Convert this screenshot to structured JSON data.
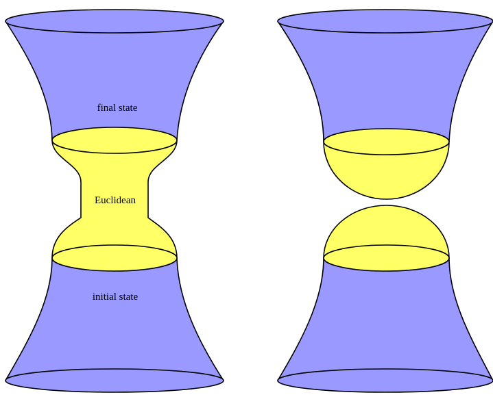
{
  "labels": {
    "final_state": "final state",
    "euclidean": "Euclidean",
    "initial_state": "initial state"
  },
  "colors": {
    "lorentzian_fill": "#9999ff",
    "euclidean_fill": "#ffff66",
    "outline": "#000000",
    "background": "#ffffff"
  }
}
